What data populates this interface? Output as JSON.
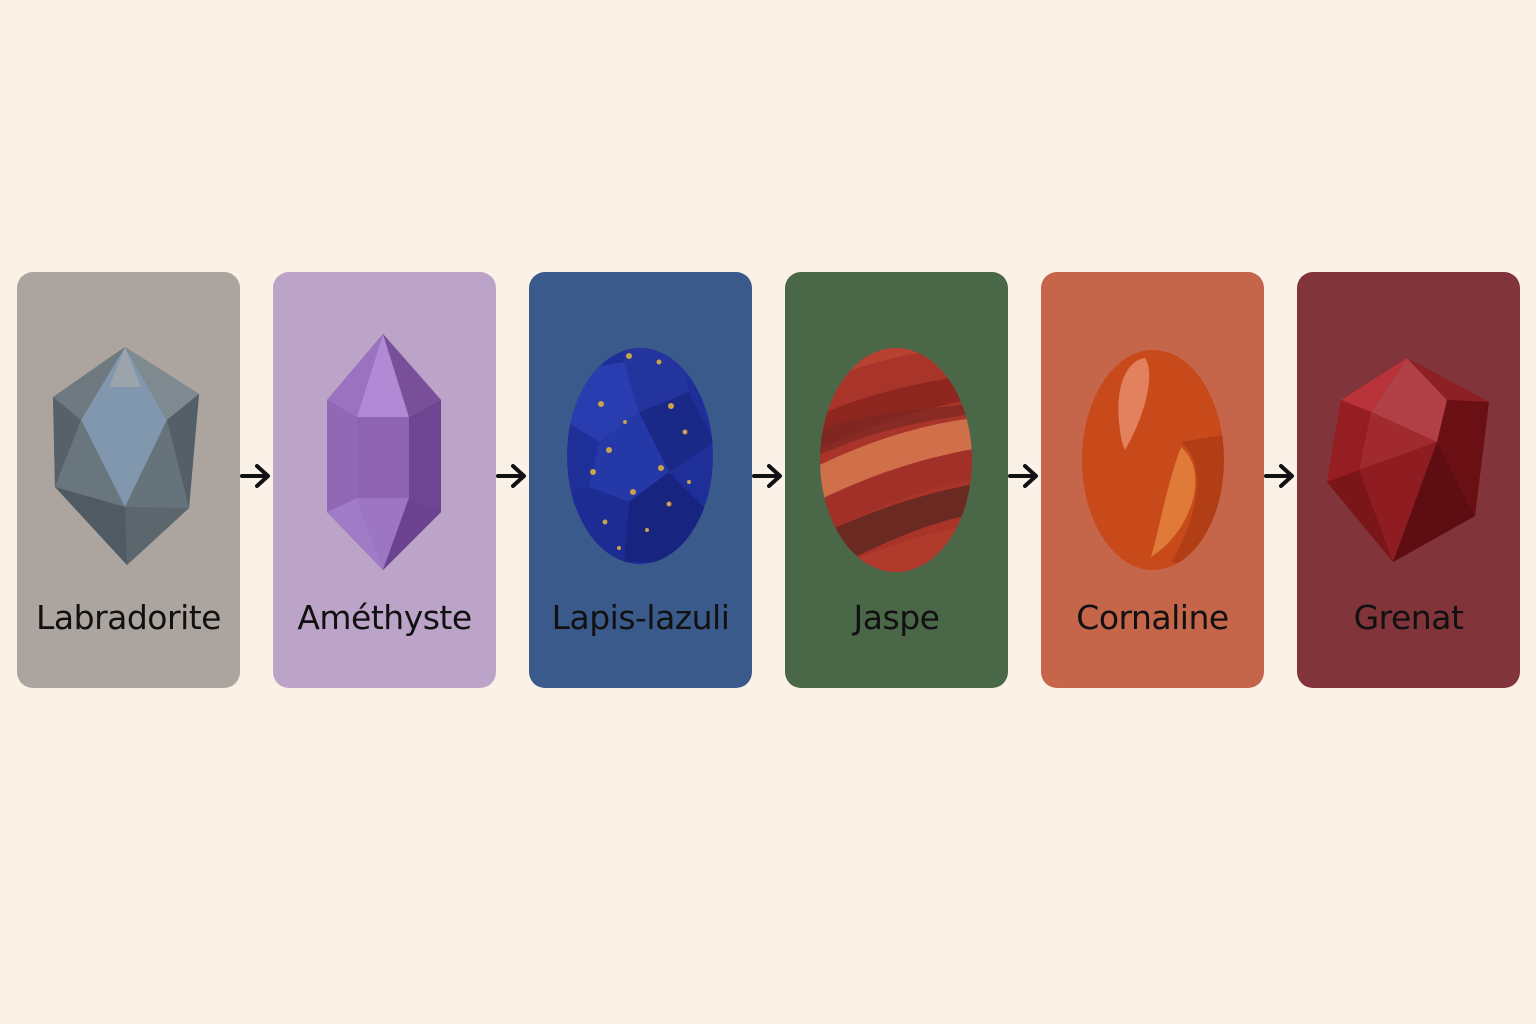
{
  "stones": [
    {
      "label": "Labradorite",
      "card_color": "#aca49e",
      "icon": "labradorite-gem-icon"
    },
    {
      "label": "Améthyste",
      "card_color": "#bca4c8",
      "icon": "amethyst-crystal-icon"
    },
    {
      "label": "Lapis-lazuli",
      "card_color": "#3b5a8c",
      "icon": "lapis-lazuli-oval-icon"
    },
    {
      "label": "Jaspe",
      "card_color": "#4a6848",
      "icon": "jasper-oval-icon"
    },
    {
      "label": "Cornaline",
      "card_color": "#c5664a",
      "icon": "carnelian-oval-icon"
    },
    {
      "label": "Grenat",
      "card_color": "#81353b",
      "icon": "garnet-gem-icon"
    }
  ],
  "connector_icon": "arrow-right-icon"
}
